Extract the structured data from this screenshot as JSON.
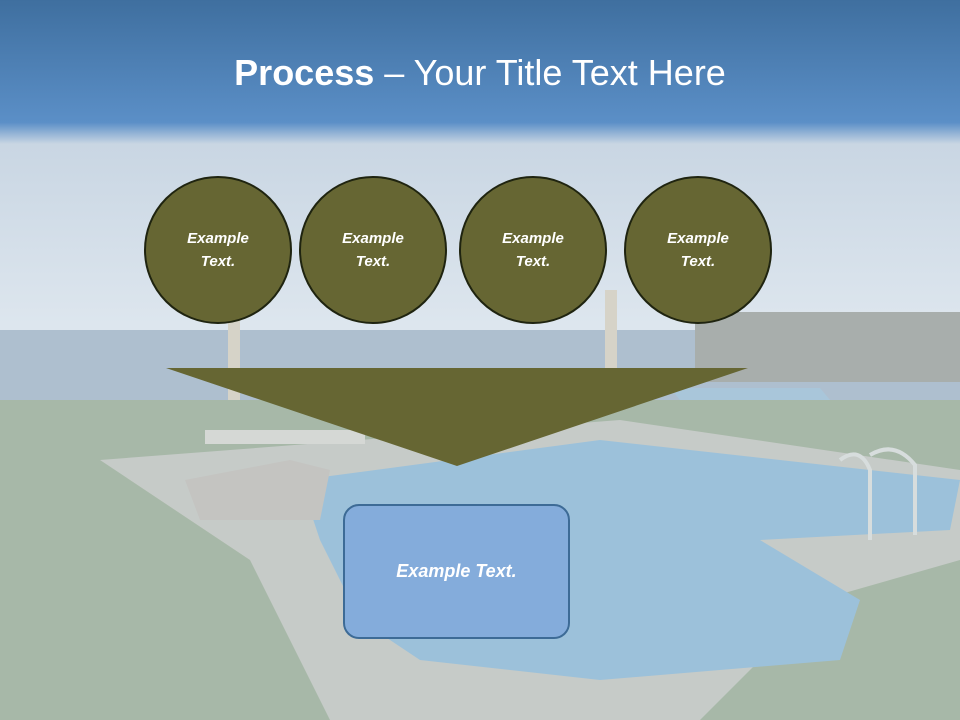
{
  "title": {
    "bold": "Process",
    "rest": " – Your Title Text Here"
  },
  "circles": [
    {
      "text": "Example Text."
    },
    {
      "text": "Example Text."
    },
    {
      "text": "Example Text."
    },
    {
      "text": "Example Text."
    }
  ],
  "result_box": {
    "text": "Example Text."
  },
  "colors": {
    "circle_fill": "#666633",
    "box_fill": "#84acdb",
    "header_blue": "#4d86c0"
  }
}
